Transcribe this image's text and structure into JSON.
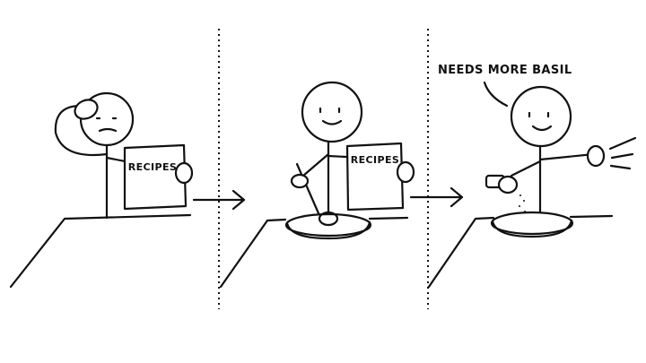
{
  "panels": [
    {
      "book_label": "RECIPES"
    },
    {
      "book_label": "RECIPES"
    },
    {
      "speech_text": "NEEDS MORE BASIL"
    }
  ],
  "colors": {
    "ink": "#111111",
    "background": "#ffffff"
  }
}
